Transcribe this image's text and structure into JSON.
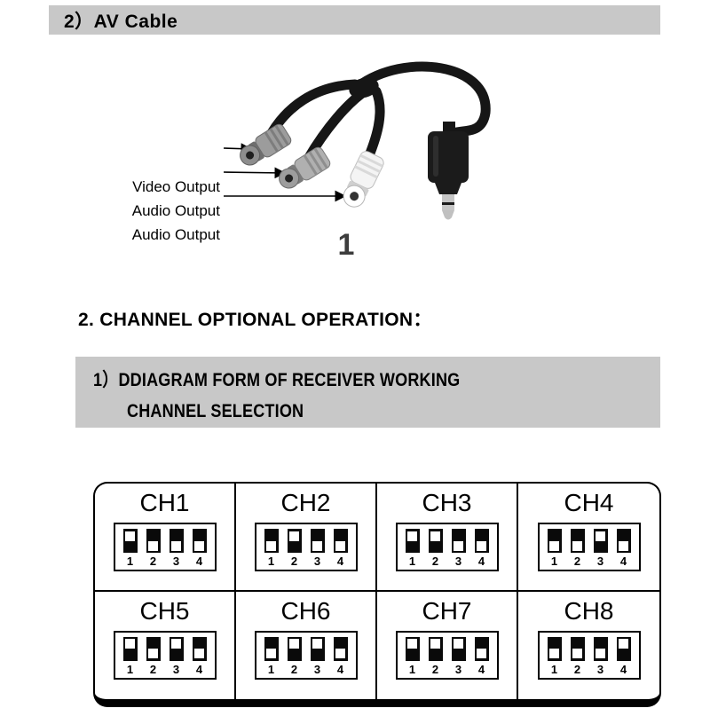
{
  "colors": {
    "header_bg": "#c8c8c8",
    "text": "#000000",
    "switch_body": "#0a0a0a"
  },
  "header": {
    "title": "2）AV Cable"
  },
  "figure": {
    "number": "1",
    "labels": [
      "Video Output",
      "Audio Output",
      "Audio Output"
    ],
    "illustration_icon": "av-cable-photo"
  },
  "section2": {
    "heading": "2. CHANNEL OPTIONAL OPERATION："
  },
  "subsection": {
    "line1": "1）DDIAGRAM FORM OF RECEIVER WORKING",
    "line2": "CHANNEL SELECTION"
  },
  "channel_table": {
    "channels": [
      {
        "name": "CH1",
        "switches": [
          "up",
          "down",
          "down",
          "down"
        ],
        "switch_labels": [
          "1",
          "2",
          "3",
          "4"
        ]
      },
      {
        "name": "CH2",
        "switches": [
          "down",
          "up",
          "down",
          "down"
        ],
        "switch_labels": [
          "1",
          "2",
          "3",
          "4"
        ]
      },
      {
        "name": "CH3",
        "switches": [
          "up",
          "up",
          "down",
          "down"
        ],
        "switch_labels": [
          "1",
          "2",
          "3",
          "4"
        ]
      },
      {
        "name": "CH4",
        "switches": [
          "down",
          "down",
          "up",
          "down"
        ],
        "switch_labels": [
          "1",
          "2",
          "3",
          "4"
        ]
      },
      {
        "name": "CH5",
        "switches": [
          "up",
          "down",
          "up",
          "down"
        ],
        "switch_labels": [
          "1",
          "2",
          "3",
          "4"
        ]
      },
      {
        "name": "CH6",
        "switches": [
          "down",
          "up",
          "up",
          "down"
        ],
        "switch_labels": [
          "1",
          "2",
          "3",
          "4"
        ]
      },
      {
        "name": "CH7",
        "switches": [
          "up",
          "up",
          "up",
          "down"
        ],
        "switch_labels": [
          "1",
          "2",
          "3",
          "4"
        ]
      },
      {
        "name": "CH8",
        "switches": [
          "down",
          "down",
          "down",
          "up"
        ],
        "switch_labels": [
          "1",
          "2",
          "3",
          "4"
        ]
      }
    ]
  }
}
